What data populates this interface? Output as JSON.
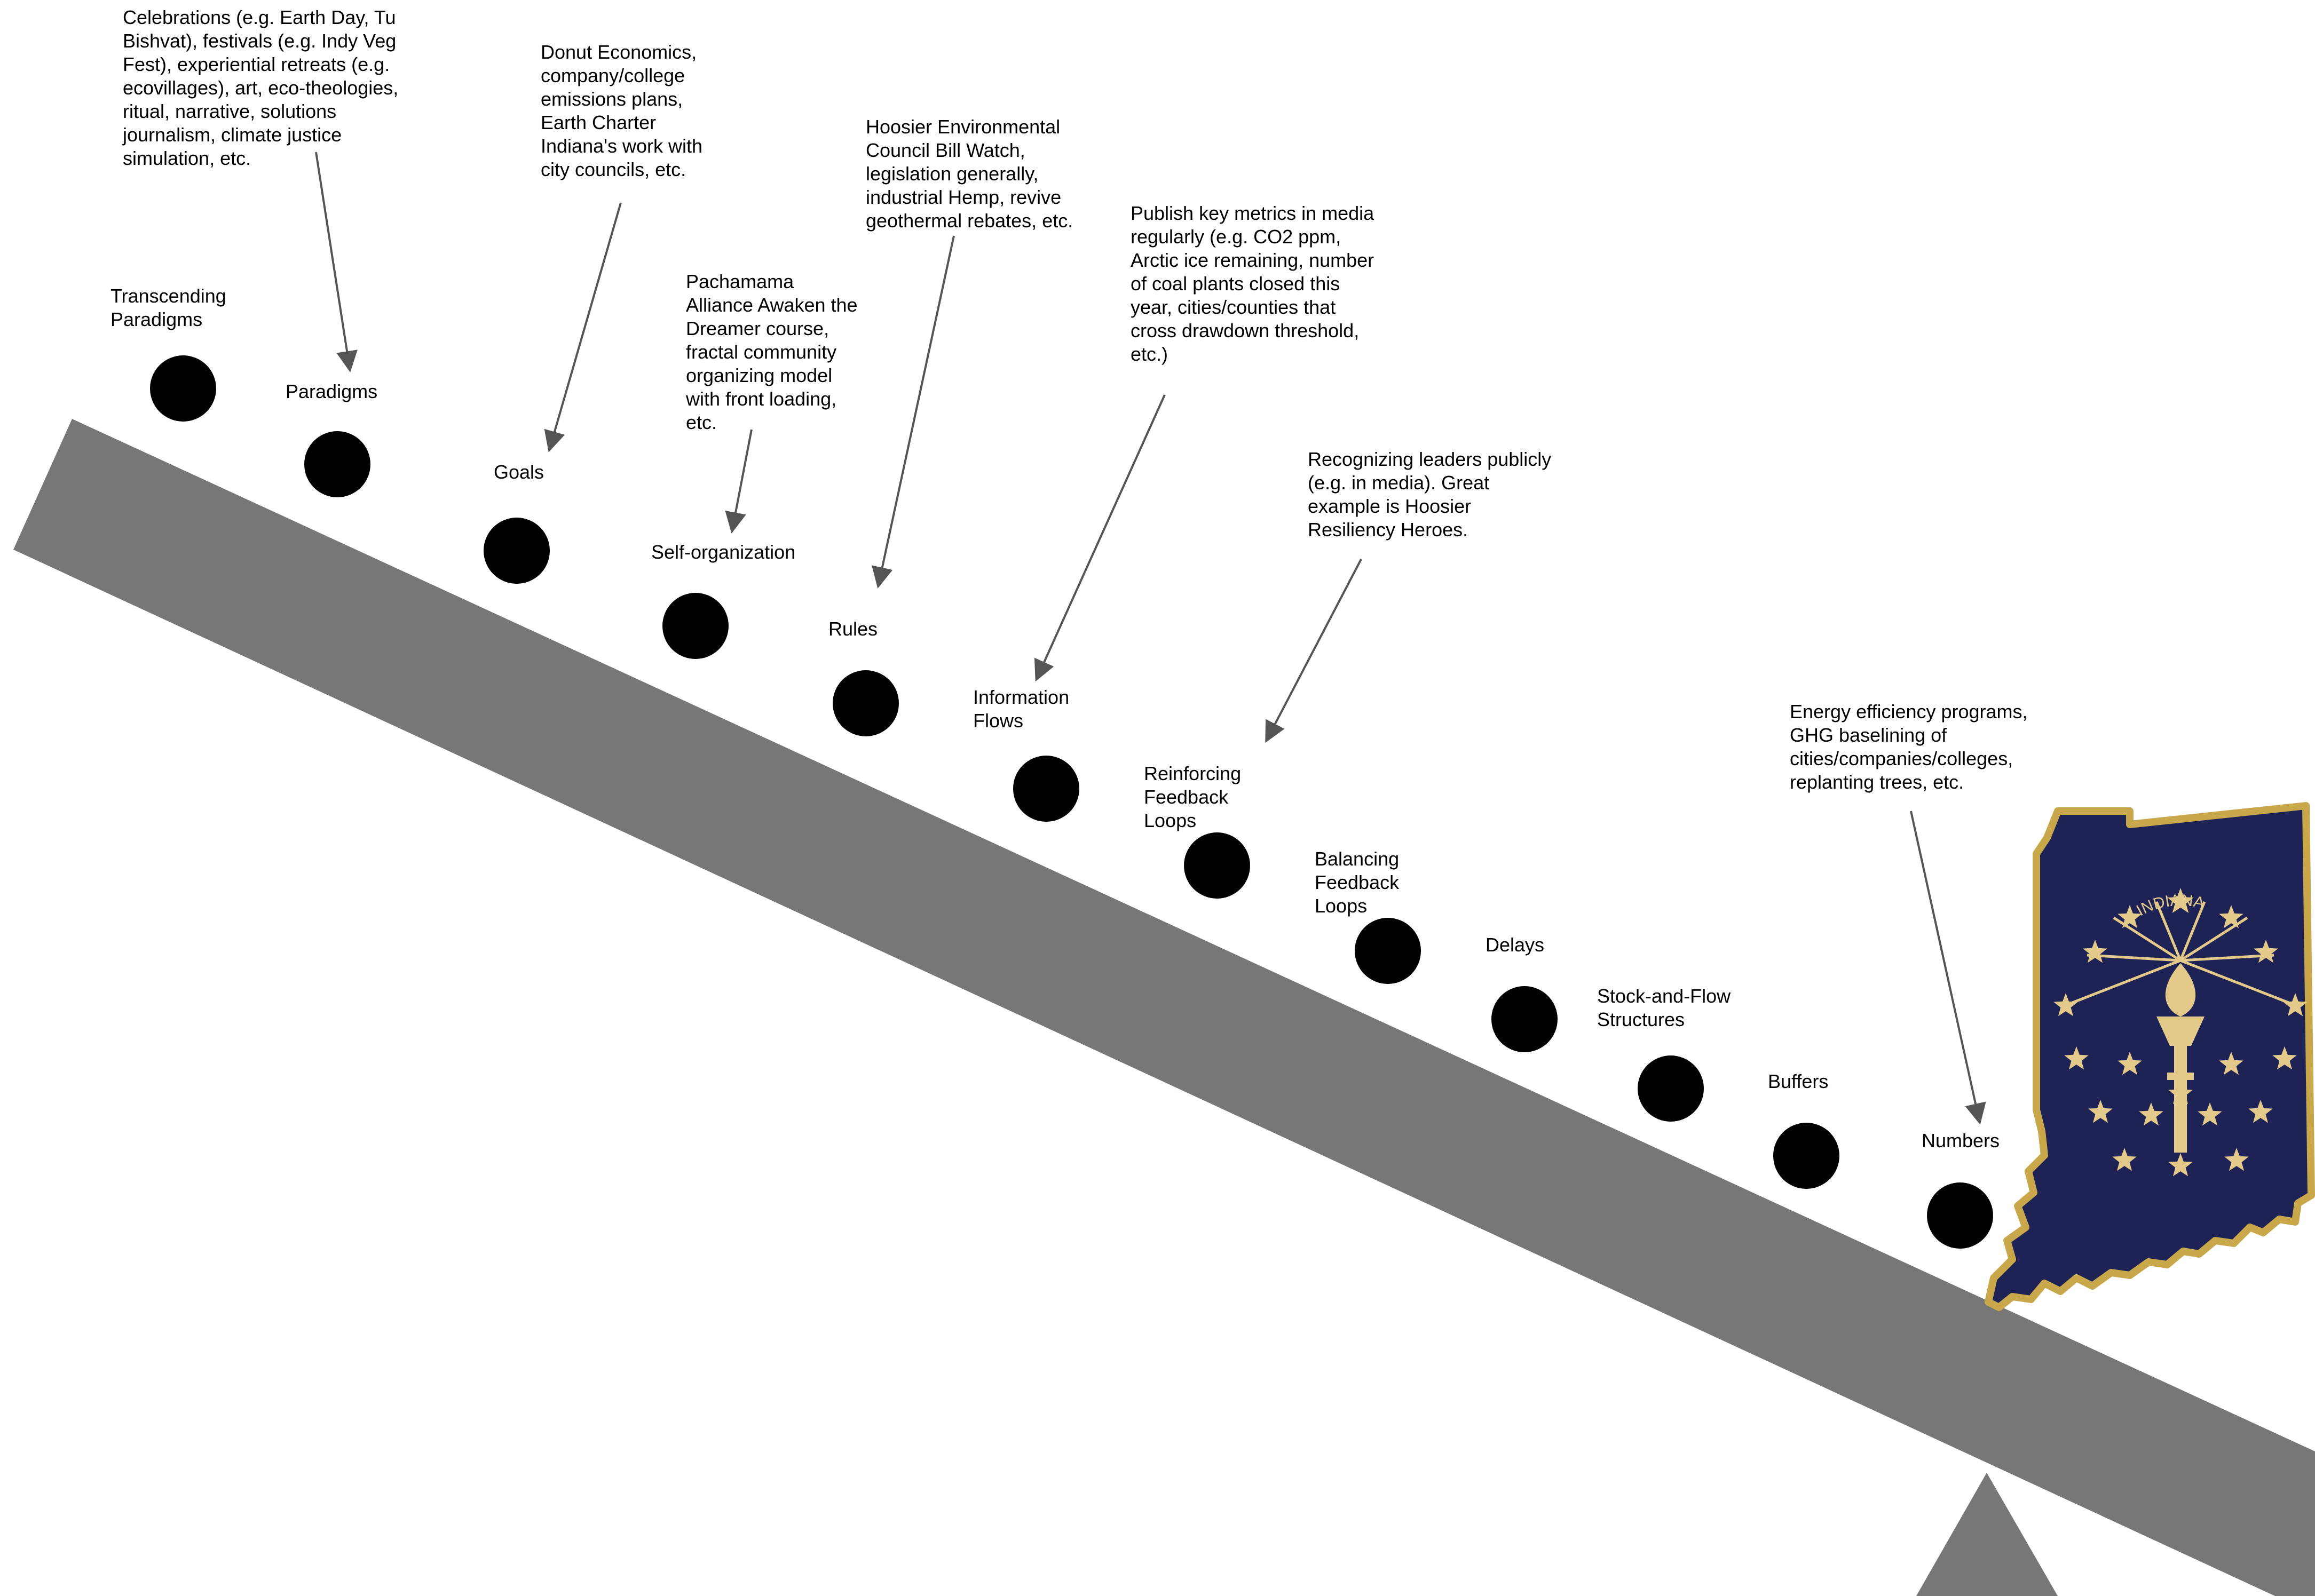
{
  "colors": {
    "beam": "#777777",
    "fulcrum": "#777777",
    "dot": "#000000",
    "arrow": "#555555",
    "text": "#000000",
    "indiana_fill": "#1e2255",
    "indiana_border": "#c9a84c",
    "indiana_ornament": "#e3c98a"
  },
  "leverage_points": [
    {
      "id": "transcending-paradigms",
      "label": [
        "Transcending",
        "Paradigms"
      ]
    },
    {
      "id": "paradigms",
      "label": [
        "Paradigms"
      ]
    },
    {
      "id": "goals",
      "label": [
        "Goals"
      ]
    },
    {
      "id": "self-organization",
      "label": [
        "Self-organization"
      ]
    },
    {
      "id": "rules",
      "label": [
        "Rules"
      ]
    },
    {
      "id": "information-flows",
      "label": [
        "Information",
        "Flows"
      ]
    },
    {
      "id": "reinforcing-feedback-loops",
      "label": [
        "Reinforcing",
        "Feedback",
        "Loops"
      ]
    },
    {
      "id": "balancing-feedback-loops",
      "label": [
        "Balancing",
        "Feedback",
        "Loops"
      ]
    },
    {
      "id": "delays",
      "label": [
        "Delays"
      ]
    },
    {
      "id": "stock-and-flow-structures",
      "label": [
        "Stock-and-Flow",
        "Structures"
      ]
    },
    {
      "id": "buffers",
      "label": [
        "Buffers"
      ]
    },
    {
      "id": "numbers",
      "label": [
        "Numbers"
      ]
    }
  ],
  "annotations": [
    {
      "id": "celebrations",
      "target": "paradigms",
      "lines": [
        "Celebrations (e.g. Earth Day, Tu",
        "Bishvat), festivals (e.g. Indy Veg",
        "Fest), experiential retreats (e.g.",
        "ecovillages), art, eco-theologies,",
        "ritual, narrative,  solutions",
        "journalism, climate justice",
        "simulation, etc."
      ]
    },
    {
      "id": "donut-economics",
      "target": "goals",
      "lines": [
        "Donut Economics,",
        "company/college",
        "emissions plans,",
        "Earth Charter",
        "Indiana's work with",
        "city councils, etc."
      ]
    },
    {
      "id": "pachamama",
      "target": "self-organization",
      "lines": [
        "Pachamama",
        "Alliance Awaken the",
        "Dreamer course,",
        "fractal community",
        "organizing model",
        "with front loading,",
        "etc."
      ]
    },
    {
      "id": "hoosier-environmental-council",
      "target": "rules",
      "lines": [
        "Hoosier Environmental",
        "Council Bill Watch,",
        "legislation generally,",
        "industrial Hemp, revive",
        "geothermal rebates, etc."
      ]
    },
    {
      "id": "publish-key-metrics",
      "target": "information-flows",
      "lines": [
        "Publish key metrics in media",
        "regularly (e.g. CO2 ppm,",
        "Arctic ice remaining, number",
        "of coal plants closed this",
        "year, cities/counties that",
        "cross drawdown threshold,",
        "etc.)"
      ]
    },
    {
      "id": "recognizing-leaders",
      "target": "reinforcing-feedback-loops",
      "lines": [
        "Recognizing leaders publicly",
        "(e.g. in media). Great",
        "example is Hoosier",
        "Resiliency Heroes."
      ]
    },
    {
      "id": "energy-efficiency",
      "target": "numbers",
      "lines": [
        "Energy efficiency programs,",
        "GHG baselining of",
        "cities/companies/colleges,",
        "replanting trees, etc."
      ]
    }
  ],
  "seal": {
    "banner_text": "INDIANA"
  }
}
